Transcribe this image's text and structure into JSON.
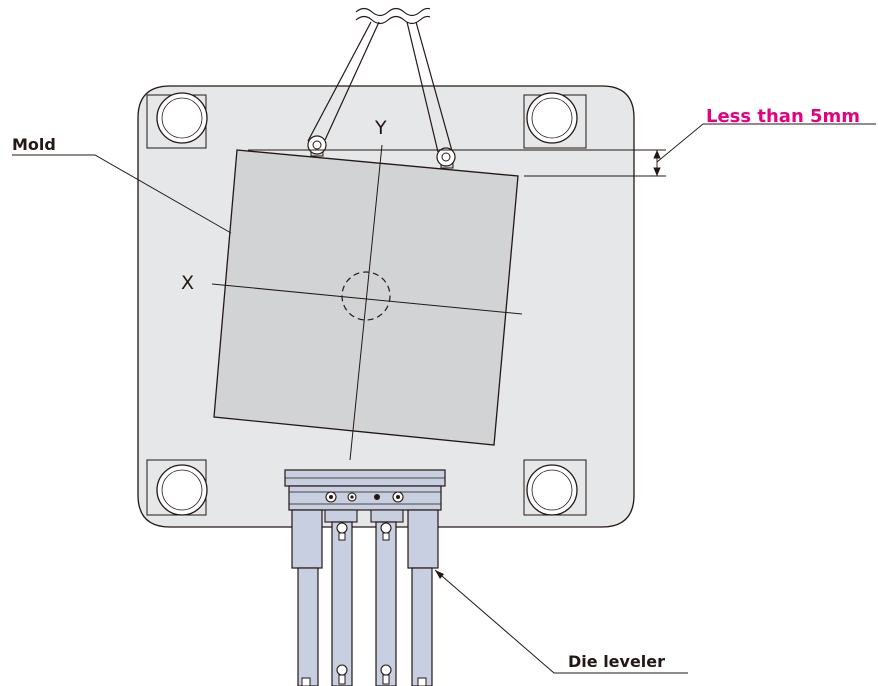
{
  "labels": {
    "mold": "Mold",
    "die_leveler": "Die leveler",
    "tolerance": "Less than 5mm",
    "axis_x": "X",
    "axis_y": "Y"
  },
  "colors": {
    "accent": "#e4007f",
    "plate": "#e6e7e8",
    "mold": "#d1d3d4",
    "leveler": "#c8cfe0",
    "outline": "#231815"
  }
}
